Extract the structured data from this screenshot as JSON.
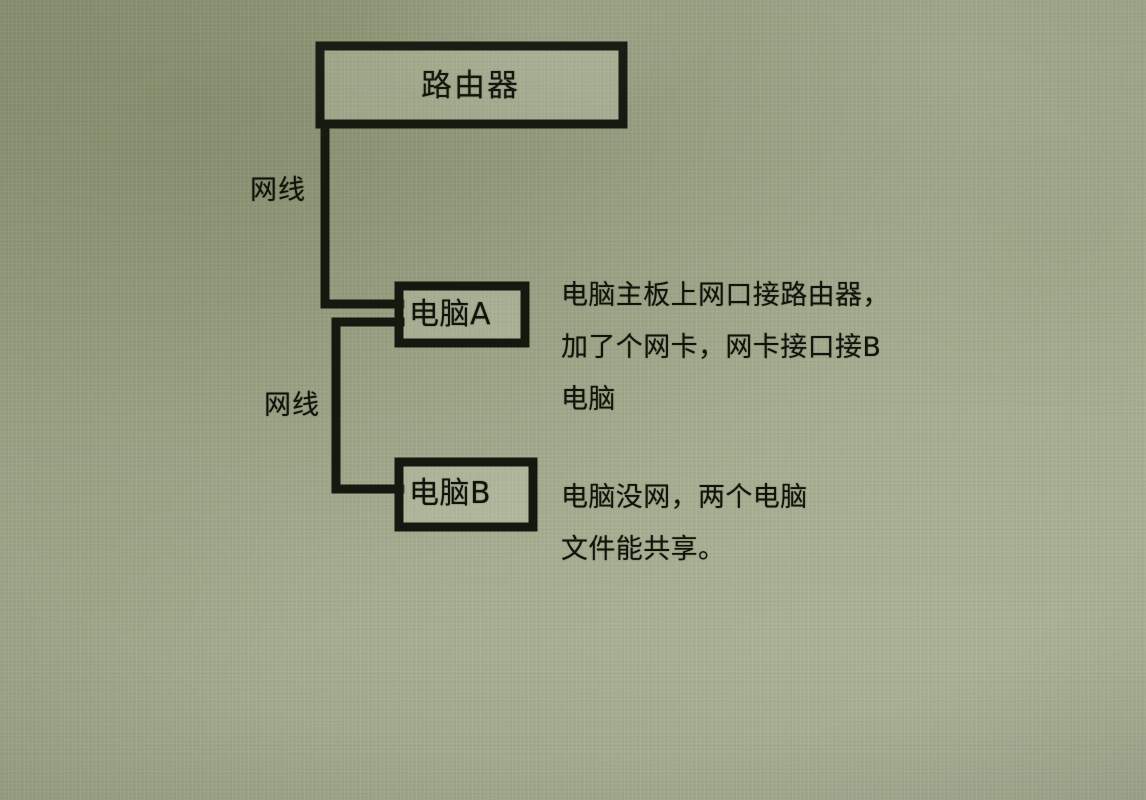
{
  "image": {
    "kind": "hand-drawn-network-topology-photo",
    "background_color": "#9aa386",
    "ink_color": "#15180e"
  },
  "nodes": {
    "router": {
      "label": "路由器"
    },
    "computer_a": {
      "label": "电脑A"
    },
    "computer_b": {
      "label": "电脑B"
    }
  },
  "cable_labels": {
    "router_to_a": "网线",
    "a_to_b": "网线"
  },
  "annotations": {
    "computer_a_note": {
      "lines": [
        "电脑主板上网口接路由器，",
        "加了个网卡，网卡接口接B",
        "电脑"
      ]
    },
    "computer_b_note": {
      "lines": [
        "电脑没网，两个电脑",
        "文件能共享。"
      ]
    }
  }
}
